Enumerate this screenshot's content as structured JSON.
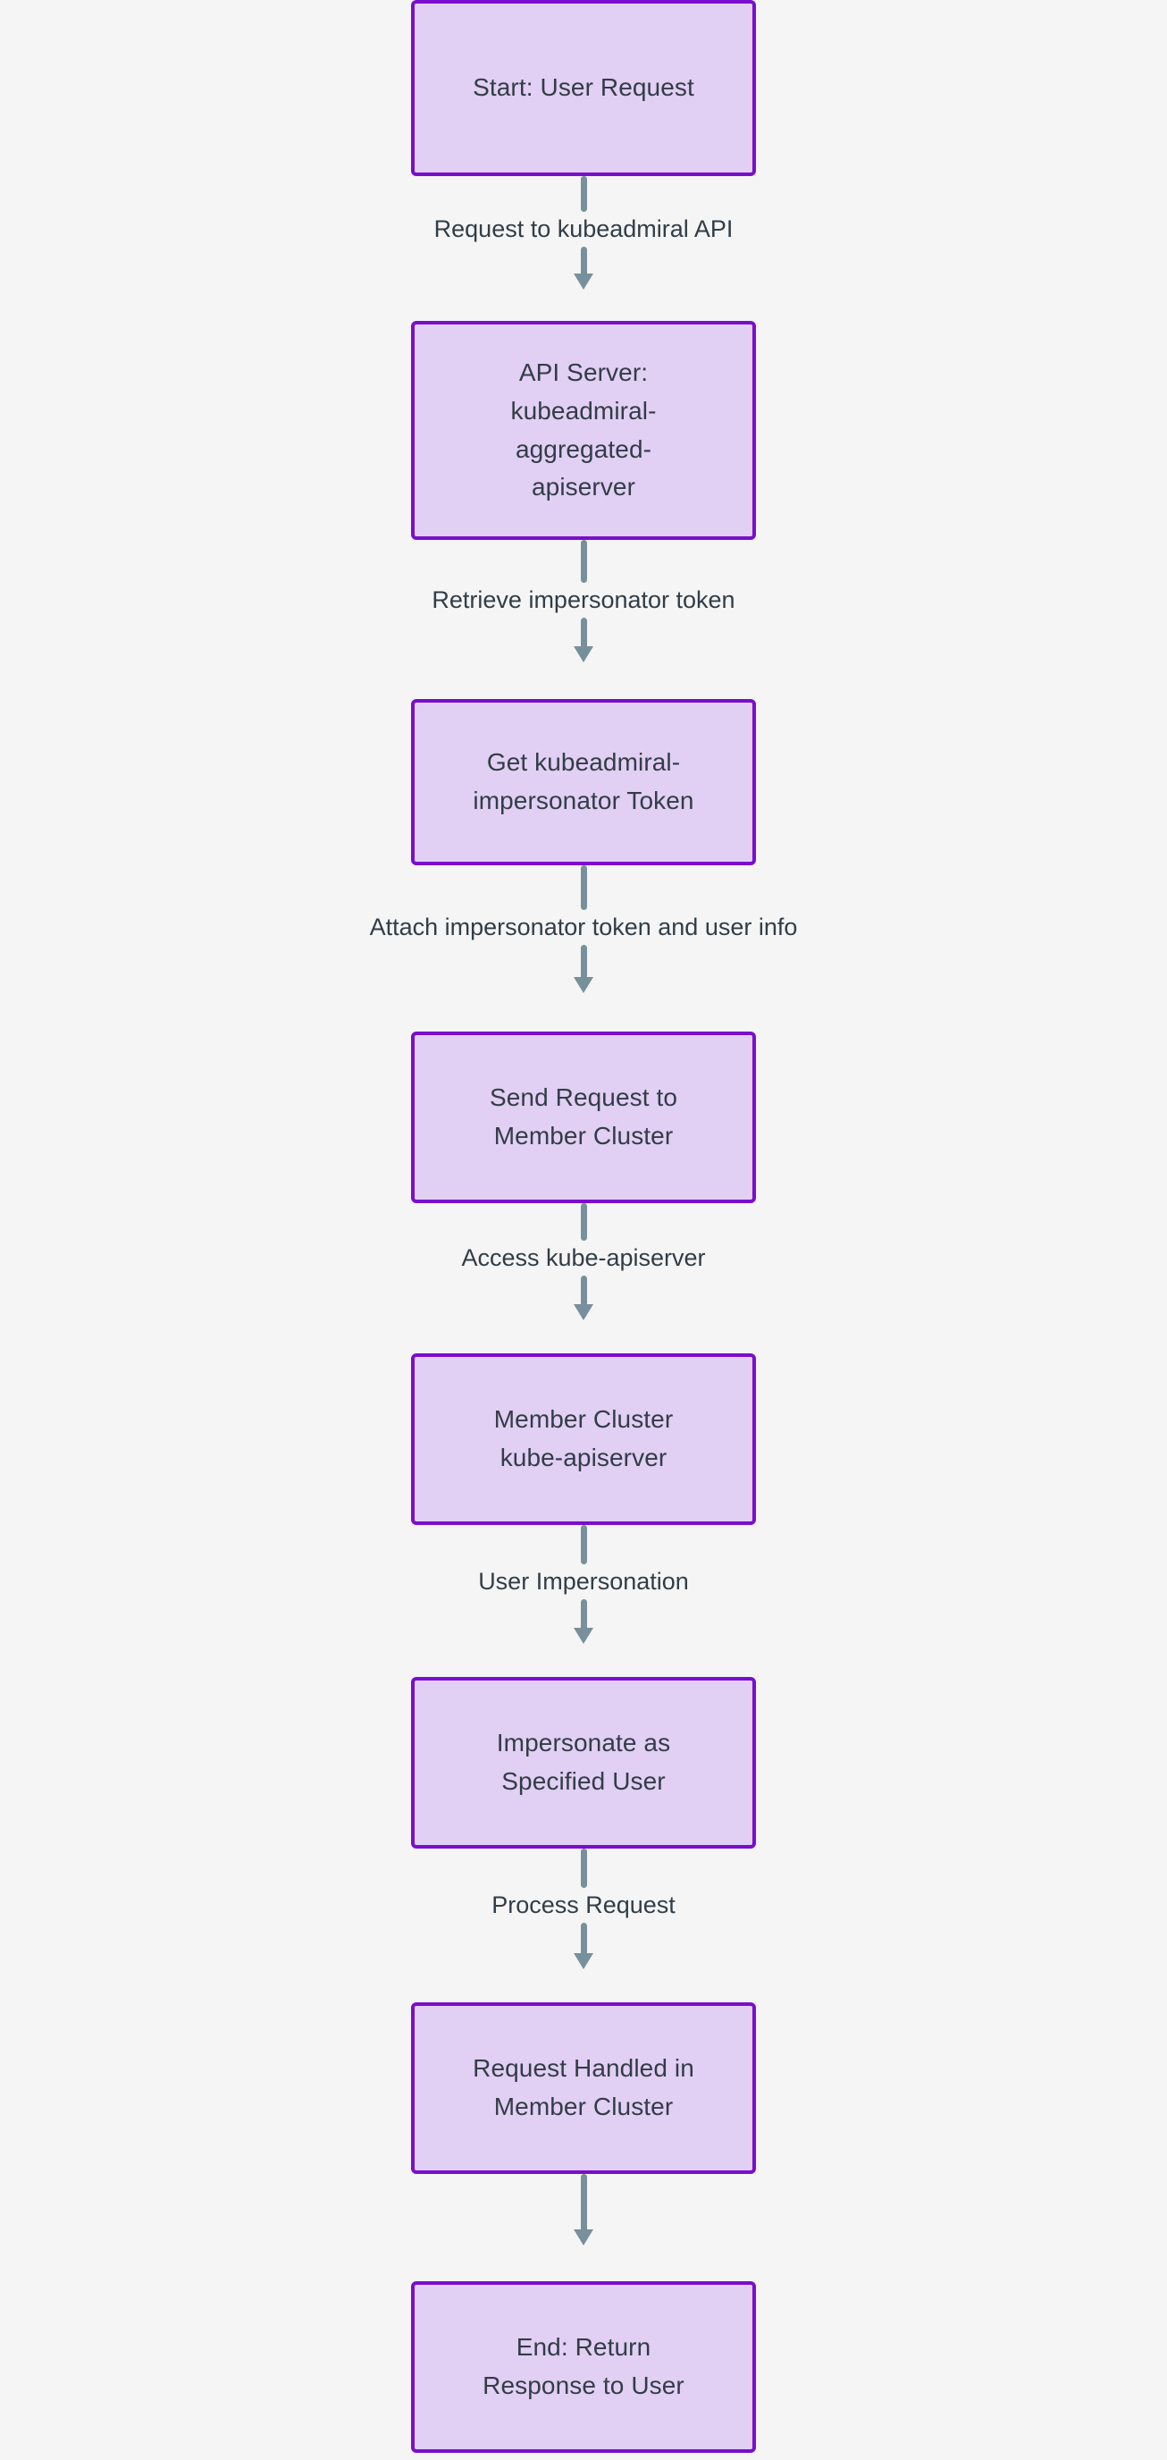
{
  "diagram": {
    "type": "flowchart",
    "direction": "top-down",
    "background_color": "#f5f5f5",
    "node_fill_color": "#e2cff4",
    "node_border_color": "#7a0ecc",
    "node_text_color": "#323d47",
    "edge_color": "#78909c",
    "edge_label_color": "#323d47",
    "nodes": [
      {
        "id": "start",
        "label": "Start: User Request"
      },
      {
        "id": "apiserver",
        "label": "API Server:\nkubeadmiral-\naggregated-\napiserver"
      },
      {
        "id": "get-token",
        "label": "Get kubeadmiral-\nimpersonator Token"
      },
      {
        "id": "send-request",
        "label": "Send Request to\nMember Cluster"
      },
      {
        "id": "member-kube",
        "label": "Member Cluster\nkube-apiserver"
      },
      {
        "id": "impersonate",
        "label": "Impersonate as\nSpecified User"
      },
      {
        "id": "handled",
        "label": "Request Handled in\nMember Cluster"
      },
      {
        "id": "end",
        "label": "End: Return\nResponse to User"
      }
    ],
    "edges": [
      {
        "from": "start",
        "to": "apiserver",
        "label": "Request to kubeadmiral API"
      },
      {
        "from": "apiserver",
        "to": "get-token",
        "label": "Retrieve impersonator token"
      },
      {
        "from": "get-token",
        "to": "send-request",
        "label": "Attach impersonator token and user info"
      },
      {
        "from": "send-request",
        "to": "member-kube",
        "label": "Access kube-apiserver"
      },
      {
        "from": "member-kube",
        "to": "impersonate",
        "label": "User Impersonation"
      },
      {
        "from": "impersonate",
        "to": "handled",
        "label": "Process Request"
      },
      {
        "from": "handled",
        "to": "end",
        "label": ""
      }
    ]
  }
}
